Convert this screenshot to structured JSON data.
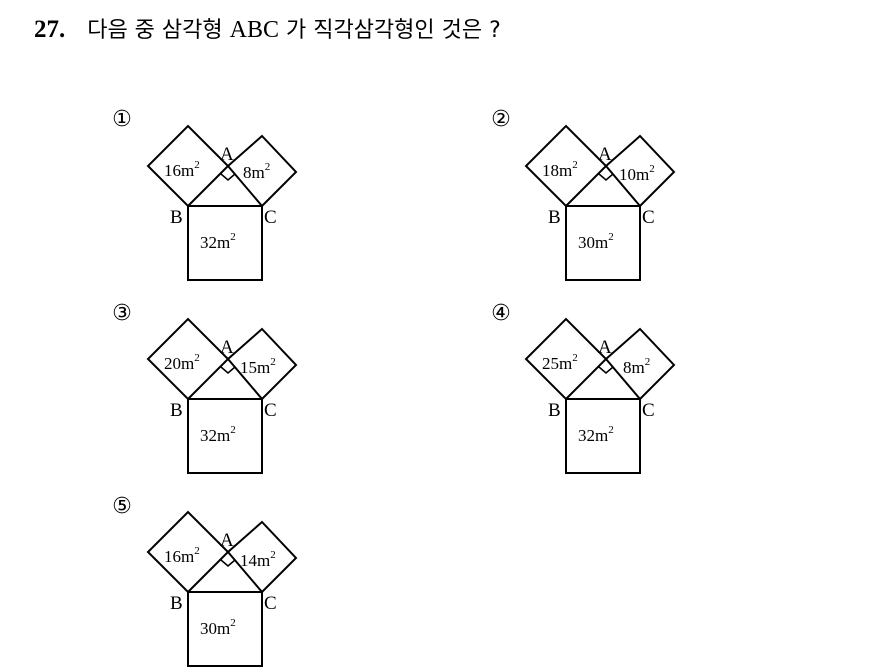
{
  "question": {
    "number": "27.",
    "text_before": "다음 중 삼각형 ",
    "text_latin": "ABC",
    "text_after": " 가 직각삼각형인 것은 ?"
  },
  "choices": [
    {
      "marker": "①",
      "left_area": "16m",
      "right_area": "8m",
      "bottom_area": "32m",
      "exp": "2"
    },
    {
      "marker": "②",
      "left_area": "18m",
      "right_area": "10m",
      "bottom_area": "30m",
      "exp": "2"
    },
    {
      "marker": "③",
      "left_area": "20m",
      "right_area": "15m",
      "bottom_area": "32m",
      "exp": "2"
    },
    {
      "marker": "④",
      "left_area": "25m",
      "right_area": "8m",
      "bottom_area": "32m",
      "exp": "2"
    },
    {
      "marker": "⑤",
      "left_area": "16m",
      "right_area": "14m",
      "bottom_area": "30m",
      "exp": "2"
    }
  ],
  "vertex_labels": {
    "a": "A",
    "b": "B",
    "c": "C"
  }
}
